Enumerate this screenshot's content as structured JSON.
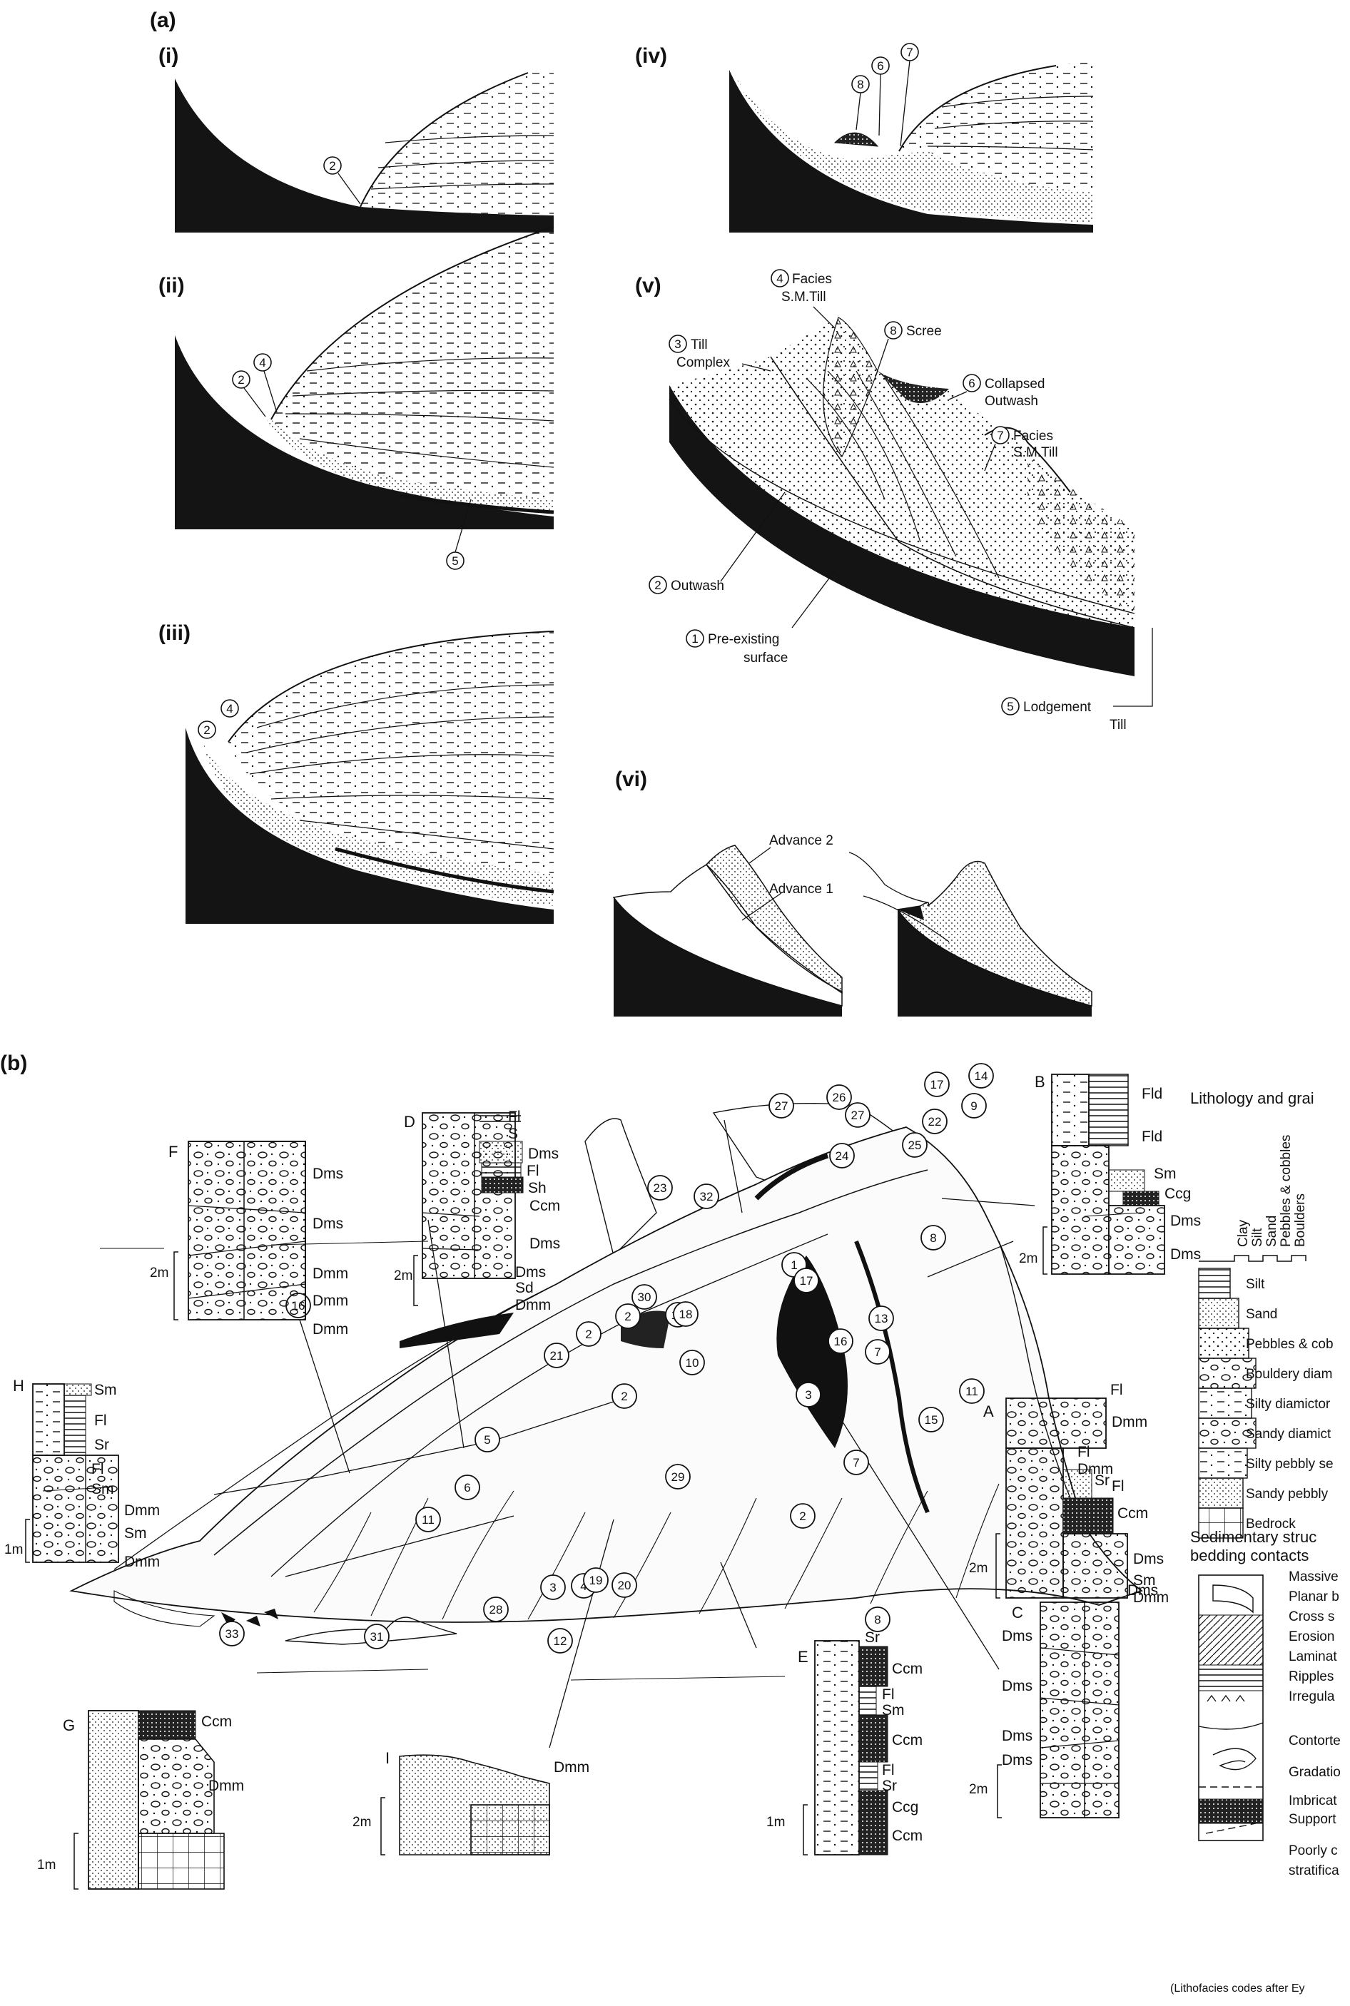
{
  "figure": {
    "part_a": {
      "label": "(a)",
      "panels": {
        "i": "(i)",
        "ii": "(ii)",
        "iii": "(iii)",
        "iv": "(iv)",
        "v": "(v)",
        "vi": "(vi)"
      },
      "v_labels": {
        "facies_sm_till_4": [
          "Facies",
          "S.M.Till"
        ],
        "till_complex": [
          "Till",
          "Complex"
        ],
        "scree": "Scree",
        "collapsed_outwash": [
          "Collapsed",
          "Outwash"
        ],
        "facies_sm_till_7": [
          "Facies",
          "S.M.Till"
        ],
        "outwash": "Outwash",
        "pre_existing": [
          "Pre-existing",
          "surface"
        ],
        "lodgement": [
          "Lodgement",
          "Till"
        ]
      },
      "vi_labels": {
        "advance2": "Advance 2",
        "advance1": "Advance 1"
      }
    },
    "part_b": {
      "label": "(b)",
      "logs": {
        "A": {
          "letter": "A",
          "codes": [
            "Fl",
            "Dmm",
            "Fl",
            "Dmm",
            "Sr",
            "Fl",
            "Ccm",
            "Dms",
            "Sm",
            "Dmm"
          ]
        },
        "B": {
          "letter": "B",
          "codes": [
            "Fld",
            "Fld",
            "Sm",
            "Ccg",
            "Dms",
            "Dms"
          ]
        },
        "C": {
          "letter": "C",
          "codes": [
            "Dms",
            "Dms",
            "Dms",
            "Dms",
            "Dms"
          ]
        },
        "D": {
          "letter": "D",
          "codes": [
            "Fl",
            "S",
            "Dms",
            "Fl",
            "Sh",
            "Ccm",
            "Dms",
            "Dms",
            "Sd",
            "Dmm"
          ]
        },
        "E": {
          "letter": "E",
          "codes": [
            "Sr",
            "Ccm",
            "Fl",
            "Sm",
            "Ccm",
            "Fl",
            "Sr",
            "Ccg",
            "Ccm"
          ]
        },
        "F": {
          "letter": "F",
          "codes": [
            "Dms",
            "Dms",
            "Dmm",
            "Dmm",
            "Dmm"
          ]
        },
        "G": {
          "letter": "G",
          "codes": [
            "Ccm",
            "Dmm"
          ]
        },
        "H": {
          "letter": "H",
          "codes": [
            "Sm",
            "Fl",
            "Sr",
            "Fl",
            "Sm",
            "Dmm",
            "Sm",
            "Dmm"
          ]
        },
        "I": {
          "letter": "I",
          "codes": [
            "Dmm"
          ]
        }
      },
      "scale": {
        "two_m": "2m",
        "one_m": "1m"
      },
      "numbers": [
        "1",
        "2",
        "2",
        "2",
        "2",
        "3",
        "3",
        "4",
        "5",
        "6",
        "7",
        "7",
        "8",
        "8",
        "9",
        "10",
        "11",
        "11",
        "12",
        "13",
        "14",
        "15",
        "15",
        "16",
        "16",
        "17",
        "17",
        "18",
        "19",
        "20",
        "21",
        "22",
        "23",
        "24",
        "25",
        "26",
        "27",
        "27",
        "28",
        "29",
        "30",
        "31",
        "32",
        "33"
      ],
      "legend": {
        "title": "Lithology and grai",
        "grain_sizes": [
          "Clay",
          "Silt",
          "Sand",
          "Pebbles & cobbles",
          "Boulders"
        ],
        "lithology": [
          "Silt",
          "Sand",
          "Pebbles & cob",
          "Bouldery diam",
          "Silty diamictor",
          "Sandy diamict",
          "Silty pebbly se",
          "Sandy pebbly",
          "Bedrock"
        ],
        "structures_title": [
          "Sedimentary struc",
          "bedding contacts"
        ],
        "structures": [
          "Massive",
          "Planar b",
          "Cross s",
          "Erosion",
          "Laminat",
          "Ripples",
          "Irregula",
          "Contorte",
          "Gradatio",
          "Imbricat",
          "Support",
          "Poorly c",
          "stratifica"
        ],
        "footnote": "(Lithofacies codes after Ey"
      }
    },
    "colors": {
      "bedrock": "#141414",
      "line": "#111111",
      "paper": "#ffffff"
    }
  }
}
